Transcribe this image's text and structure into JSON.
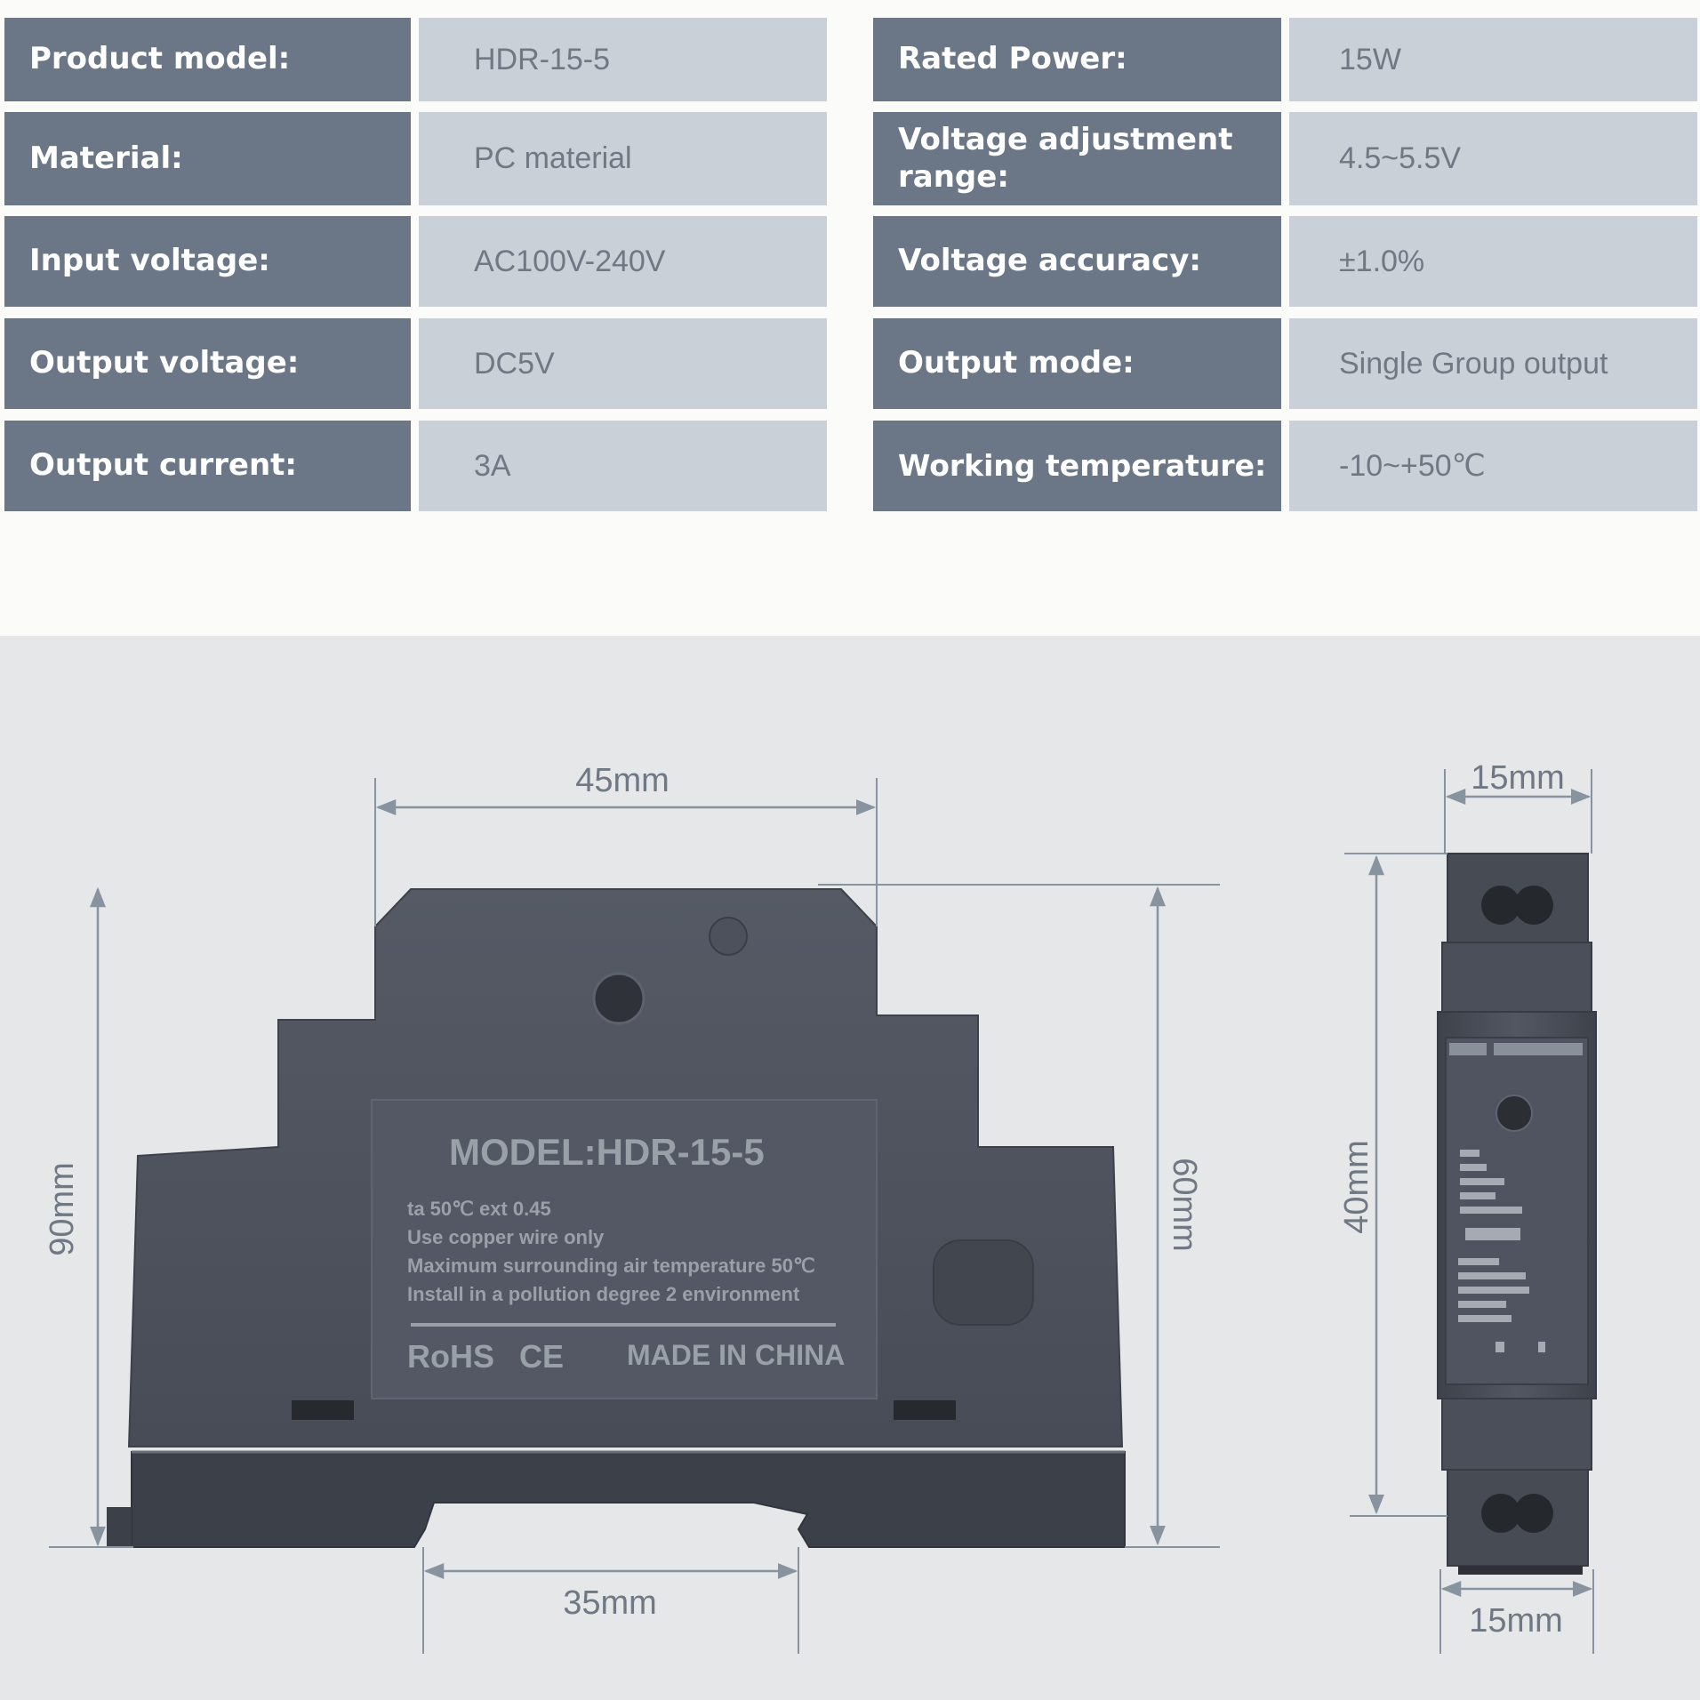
{
  "specs": {
    "left": [
      {
        "label": "Product model:",
        "value": "HDR-15-5"
      },
      {
        "label": "Material:",
        "value": "PC material"
      },
      {
        "label": "Input voltage:",
        "value": "AC100V-240V"
      },
      {
        "label": "Output voltage:",
        "value": "DC5V"
      },
      {
        "label": "Output current:",
        "value": "3A"
      }
    ],
    "right": [
      {
        "label": "Rated Power:",
        "value": "15W"
      },
      {
        "label": "Voltage adjustment range:",
        "value": "4.5~5.5V"
      },
      {
        "label": "Voltage accuracy:",
        "value": "±1.0%"
      },
      {
        "label": "Output mode:",
        "value": "Single Group output"
      },
      {
        "label": "Working temperature:",
        "value": "-10~+50℃"
      }
    ]
  },
  "dimensions": {
    "width_top": "45mm",
    "width_bottom": "35mm",
    "height_total": "90mm",
    "height_body": "60mm",
    "side_width_top": "15mm",
    "side_width_bottom": "15mm",
    "side_height": "40mm"
  },
  "device": {
    "model": "MODEL:HDR-15-5",
    "line1": "ta 50℃  ext 0.45",
    "line2": "Use copper wire only",
    "line3": "Maximum surrounding air temperature 50℃",
    "line4": "Install in a pollution degree 2 environment",
    "rohs": "RoHS",
    "ce": "CE",
    "origin": "MADE IN CHINA"
  },
  "colors": {
    "label_bg": "#6b7787",
    "value_bg": "#c9d0d8",
    "device_body": "#4a4e58",
    "diagram_bg": "#e6e7e9"
  }
}
